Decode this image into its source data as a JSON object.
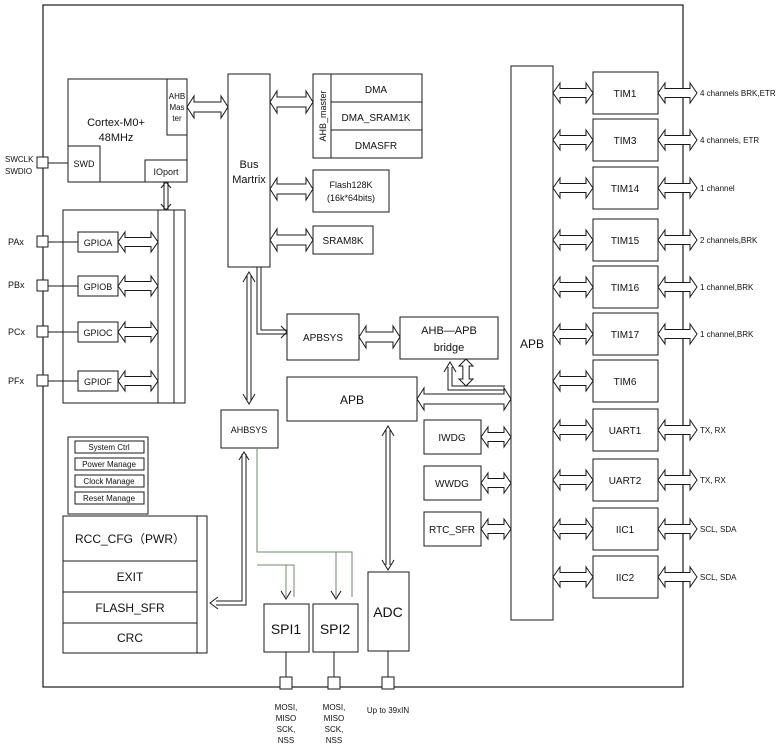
{
  "pins": {
    "swclk": "SWCLK",
    "swdio": "SWDIO",
    "pa": "PAx",
    "pb": "PBx",
    "pc": "PCx",
    "pf": "PFx",
    "spi1_pins": [
      "MOSI,",
      "MISO",
      "SCK,",
      "NSS"
    ],
    "spi2_pins": [
      "MOSI,",
      "MISO",
      "SCK,",
      "NSS"
    ],
    "adc_pins": "Up to 39xIN"
  },
  "core": {
    "name": "Cortex-M0+",
    "freq": "48MHz",
    "ahb_master": [
      "AHB",
      "Mas",
      "ter"
    ],
    "swd": "SWD",
    "ioport": "IOport"
  },
  "gpio": [
    "GPIOA",
    "GPIOB",
    "GPIOC",
    "GPIOF"
  ],
  "bus_matrix": [
    "Bus",
    "Martrix"
  ],
  "ahb_master_label": "AHB_master",
  "dma_blocks": [
    "DMA",
    "DMA_SRAM1K",
    "DMASFR"
  ],
  "flash": [
    "Flash128K",
    "(16k*64bits)"
  ],
  "sram": "SRAM8K",
  "apbsys": "APBSYS",
  "ahb_apb_bridge": [
    "AHB—APB",
    "bridge"
  ],
  "apb_main": "APB",
  "apb_right": "APB",
  "ahbsys": "AHBSYS",
  "rcc": {
    "small": [
      "System Ctrl",
      "Power Manage",
      "Clock Manage",
      "Reset Manage"
    ],
    "cfg": "RCC_CFG（PWR）",
    "exit": "EXIT",
    "flash_sfr": "FLASH_SFR",
    "crc": "CRC"
  },
  "watchdogs": [
    "IWDG",
    "WWDG",
    "RTC_SFR"
  ],
  "spi": [
    "SPI1",
    "SPI2"
  ],
  "adc": "ADC",
  "peripherals": [
    {
      "name": "TIM1",
      "io": "4 channels BRK,ETR"
    },
    {
      "name": "TIM3",
      "io": "4 channels, ETR"
    },
    {
      "name": "TIM14",
      "io": "1 channel"
    },
    {
      "name": "TIM15",
      "io": "2 channels,BRK"
    },
    {
      "name": "TIM16",
      "io": "1 channel,BRK"
    },
    {
      "name": "TIM17",
      "io": "1 channel,BRK"
    },
    {
      "name": "TIM6",
      "io": ""
    },
    {
      "name": "UART1",
      "io": "TX, RX"
    },
    {
      "name": "UART2",
      "io": "TX, RX"
    },
    {
      "name": "IIC1",
      "io": "SCL, SDA"
    },
    {
      "name": "IIC2",
      "io": "SCL, SDA"
    }
  ]
}
